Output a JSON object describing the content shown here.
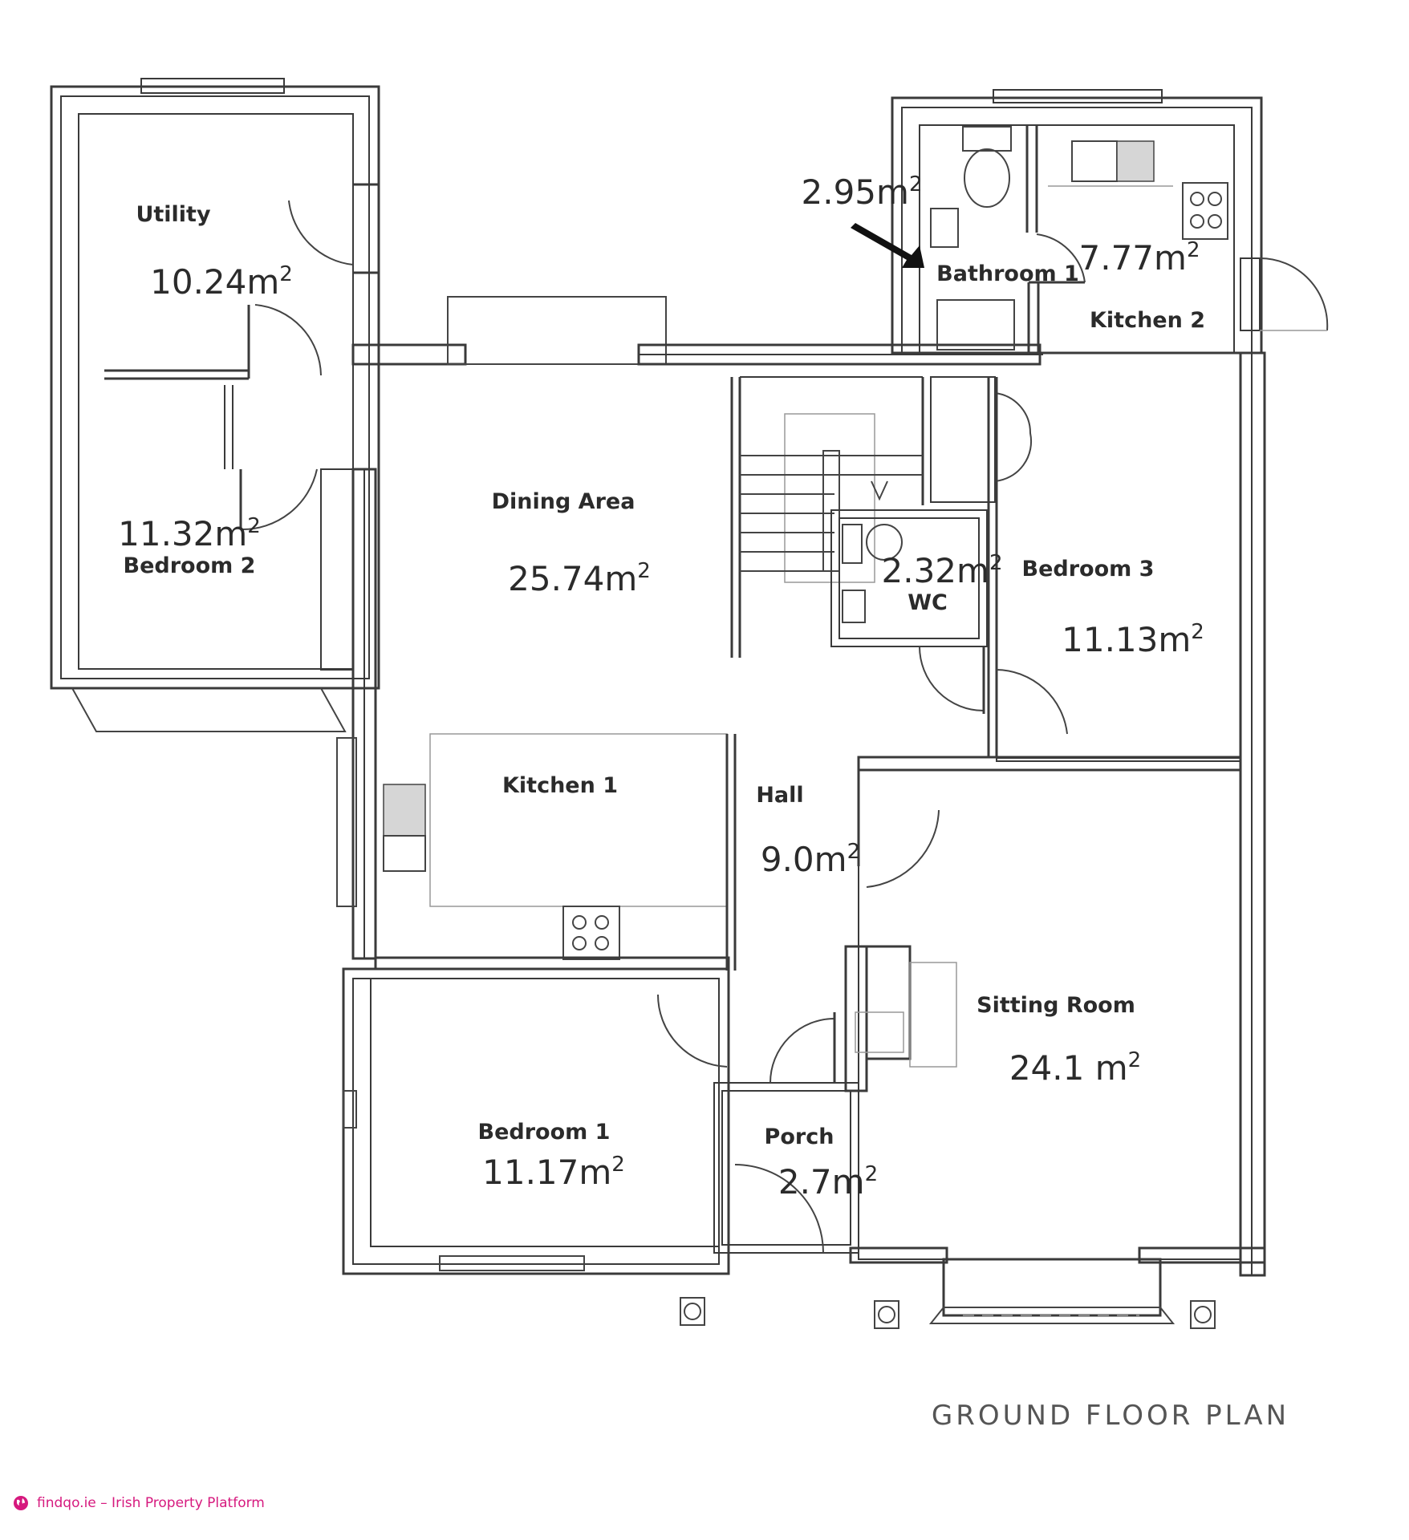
{
  "plan": {
    "title": "GROUND FLOOR PLAN",
    "rooms": [
      {
        "name": "Utility",
        "area": "10.24m",
        "sup": "2"
      },
      {
        "name": "Bedroom 2",
        "area": "11.32m",
        "sup": "2"
      },
      {
        "name": "Dining Area",
        "area": "25.74m",
        "sup": "2"
      },
      {
        "name": "Kitchen 1",
        "area": "",
        "sup": ""
      },
      {
        "name": "Hall",
        "area": "9.0m",
        "sup": "2"
      },
      {
        "name": "Bathroom 1",
        "area": "2.95m",
        "sup": "2"
      },
      {
        "name": "Kitchen 2",
        "area": "7.77m",
        "sup": "2"
      },
      {
        "name": "WC",
        "area": "2.32m",
        "sup": "2"
      },
      {
        "name": "Bedroom 3",
        "area": "11.13m",
        "sup": "2"
      },
      {
        "name": "Sitting Room",
        "area": "24.1 m",
        "sup": "2"
      },
      {
        "name": "Bedroom 1",
        "area": "11.17m",
        "sup": "2"
      },
      {
        "name": "Porch",
        "area": "2.7m",
        "sup": "2"
      }
    ]
  },
  "footer": {
    "icon": "globe-icon",
    "text": "findqo.ie – Irish Property Platform",
    "color": "#d6197e"
  }
}
